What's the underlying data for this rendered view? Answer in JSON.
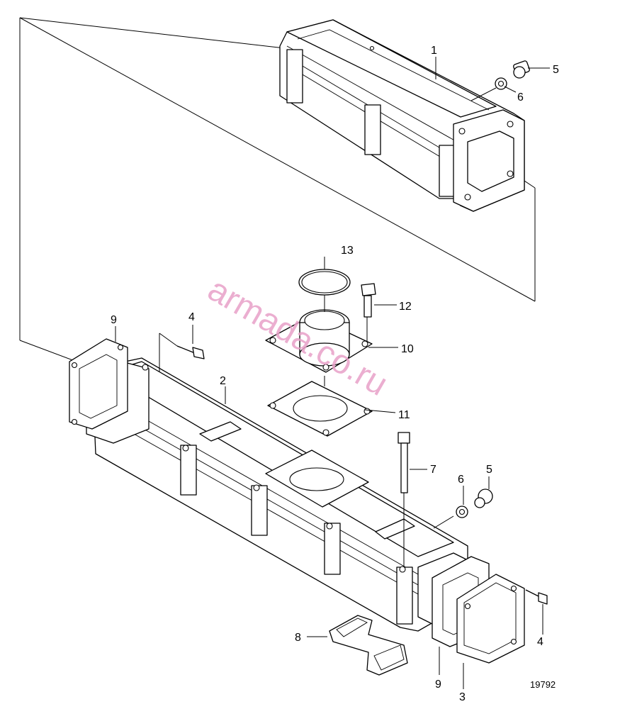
{
  "callouts": [
    {
      "id": "c1",
      "text": "1"
    },
    {
      "id": "c2",
      "text": "2"
    },
    {
      "id": "c3",
      "text": "3"
    },
    {
      "id": "c4a",
      "text": "4"
    },
    {
      "id": "c4b",
      "text": "4"
    },
    {
      "id": "c5a",
      "text": "5"
    },
    {
      "id": "c5b",
      "text": "5"
    },
    {
      "id": "c6a",
      "text": "6"
    },
    {
      "id": "c6b",
      "text": "6"
    },
    {
      "id": "c7",
      "text": "7"
    },
    {
      "id": "c8",
      "text": "8"
    },
    {
      "id": "c9a",
      "text": "9"
    },
    {
      "id": "c9b",
      "text": "9"
    },
    {
      "id": "c10",
      "text": "10"
    },
    {
      "id": "c11",
      "text": "11"
    },
    {
      "id": "c12",
      "text": "12"
    },
    {
      "id": "c13",
      "text": "13"
    }
  ],
  "reference_number": "19792",
  "watermark": "armada.co.ru",
  "colors": {
    "line": "#000000",
    "background": "#ffffff",
    "watermark": "#e8a0c8"
  }
}
